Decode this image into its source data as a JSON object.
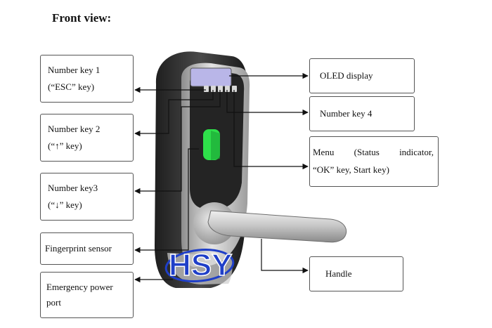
{
  "title": "Front view:",
  "labels": {
    "key1": [
      "Number key 1",
      "(“ESC” key)"
    ],
    "key2": [
      "Number key 2",
      "(“↑” key)"
    ],
    "key3": [
      "Number key3",
      "(“↓” key)"
    ],
    "fingerprint": [
      "Fingerprint sensor"
    ],
    "emergency": [
      "Emergency power",
      "port"
    ],
    "oled": [
      "OLED display"
    ],
    "key4": [
      "Number key 4"
    ],
    "menu": [
      "Menu  (Status indicator,",
      "“OK” key, Start key)"
    ],
    "handle": [
      "Handle"
    ]
  },
  "logo_text": "HSY",
  "colors": {
    "lock_body": "#2b2b2b",
    "lock_silver": "#c9c9c9",
    "screen": "#b9b6e8",
    "fingerprint_green": "#2ee04a",
    "logo_blue": "#1f3fc8"
  }
}
